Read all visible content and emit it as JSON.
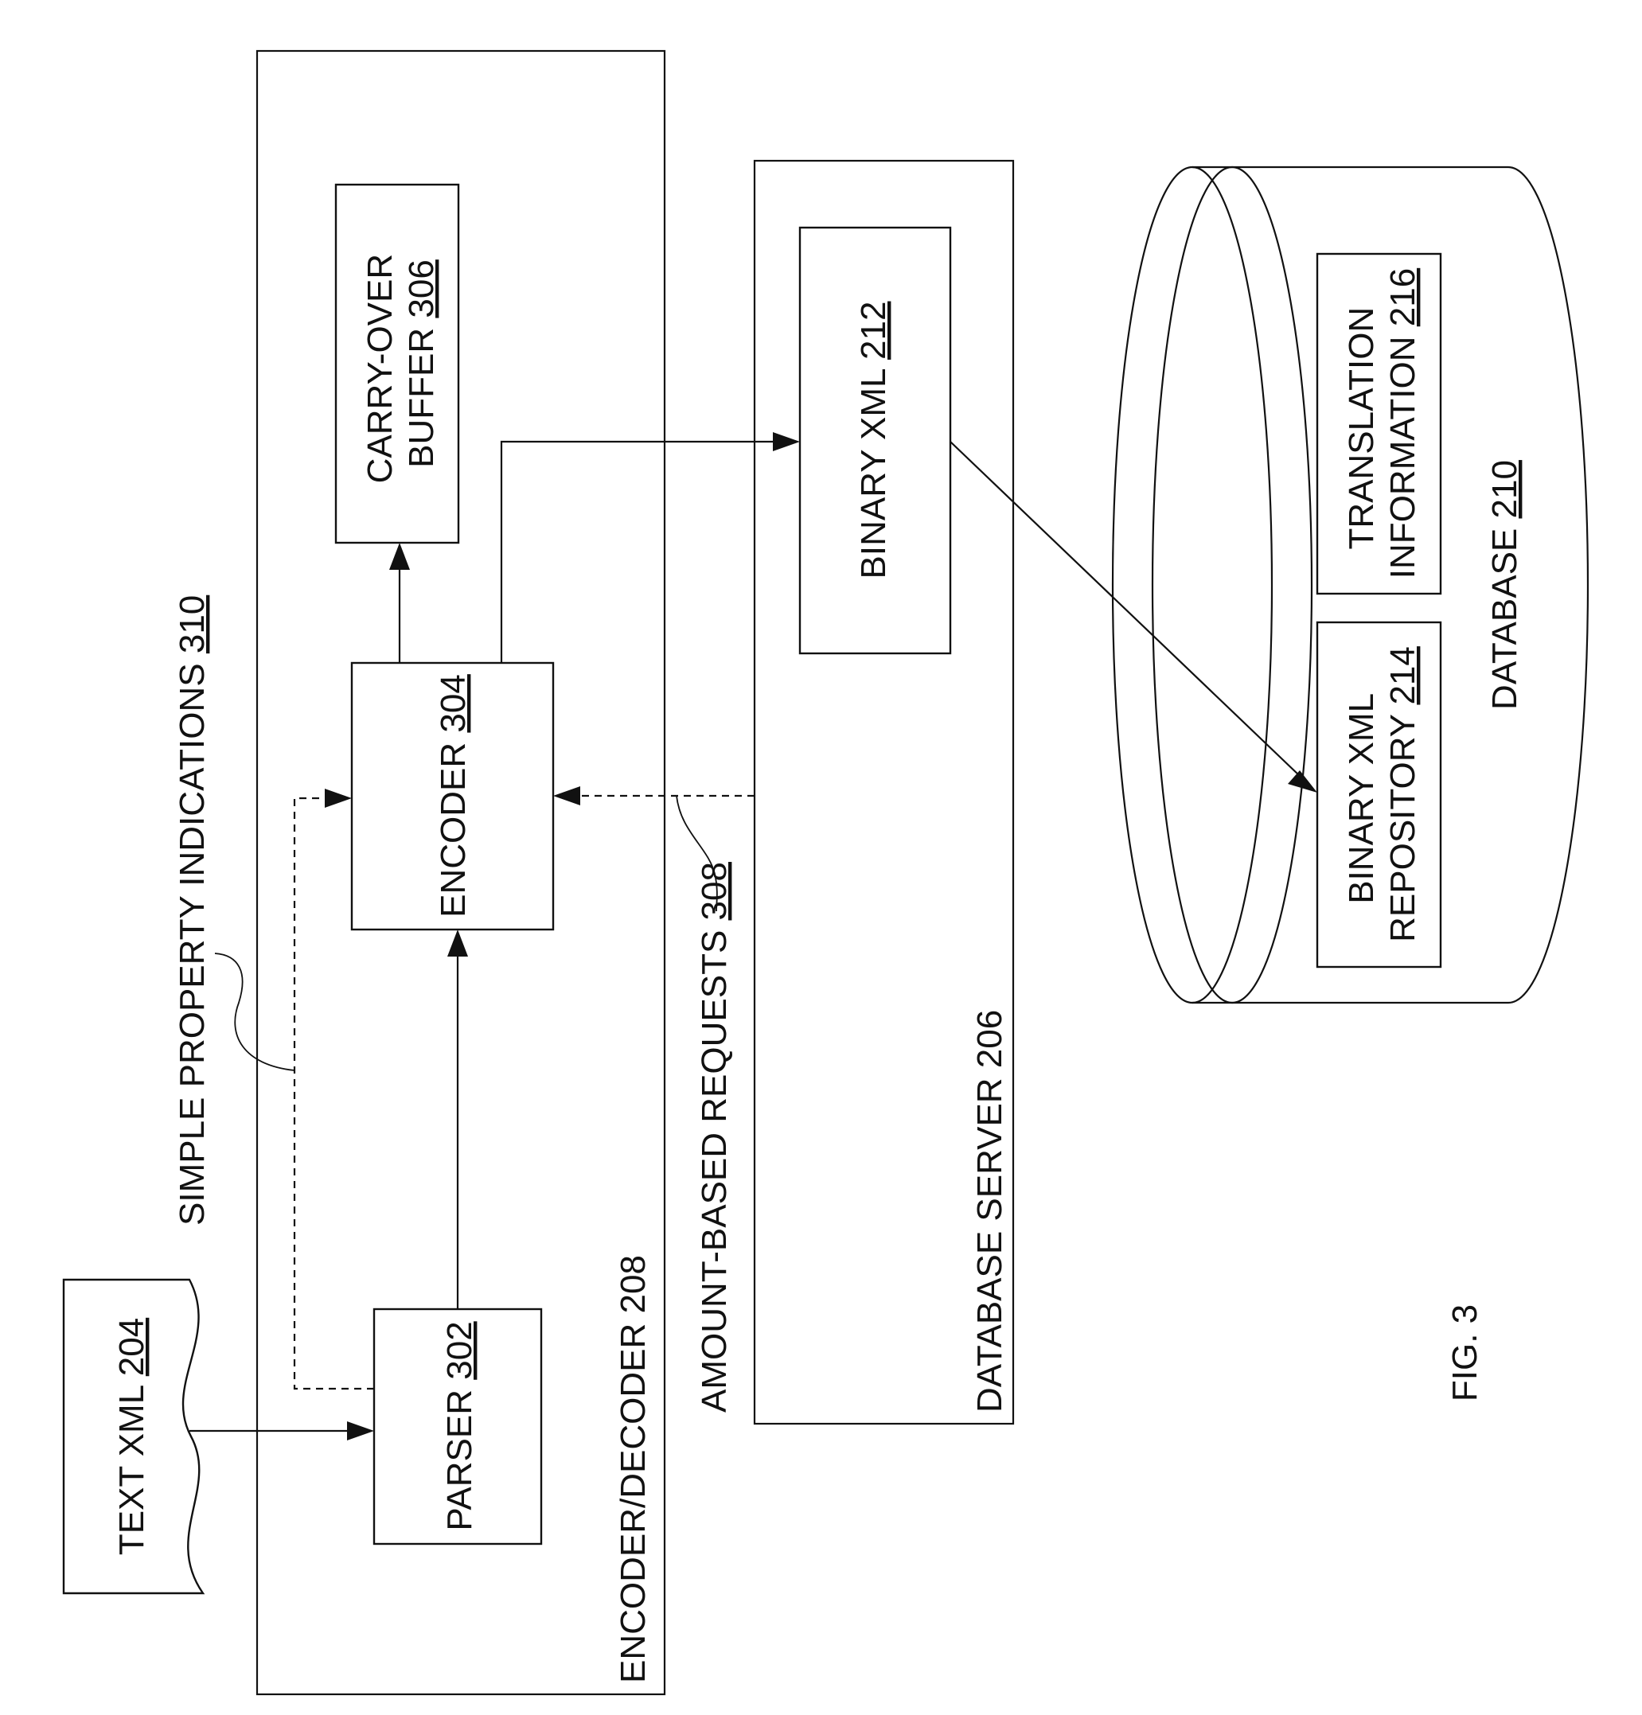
{
  "figure": {
    "caption": "FIG. 3"
  },
  "components": {
    "text_xml": {
      "name": "TEXT XML",
      "ref": "204"
    },
    "encoder_decoder": {
      "name": "ENCODER/DECODER",
      "ref": "208"
    },
    "parser": {
      "name": "PARSER",
      "ref": "302"
    },
    "encoder": {
      "name": "ENCODER",
      "ref": "304"
    },
    "carry_over_buffer": {
      "line1": "CARRY-OVER",
      "line2": "BUFFER",
      "ref": "306"
    },
    "database_server": {
      "name": "DATABASE SERVER",
      "ref": "206"
    },
    "binary_xml": {
      "name": "BINARY XML",
      "ref": "212"
    },
    "database": {
      "name": "DATABASE",
      "ref": "210"
    },
    "binary_xml_repository": {
      "line1": "BINARY XML",
      "line2": "REPOSITORY",
      "ref": "214"
    },
    "translation_information": {
      "line1": "TRANSLATION",
      "line2": "INFORMATION",
      "ref": "216"
    }
  },
  "signals": {
    "simple_property_indications": {
      "name": "SIMPLE PROPERTY INDICATIONS",
      "ref": "310"
    },
    "amount_based_requests": {
      "name": "AMOUNT-BASED REQUESTS",
      "ref": "308"
    }
  },
  "connections": [
    {
      "from": "TEXT XML 204",
      "to": "PARSER 302",
      "style": "solid"
    },
    {
      "from": "PARSER 302",
      "to": "ENCODER 304",
      "style": "solid"
    },
    {
      "from": "PARSER 302",
      "to": "ENCODER 304",
      "style": "dashed",
      "label": "SIMPLE PROPERTY INDICATIONS 310"
    },
    {
      "from": "ENCODER 304",
      "to": "CARRY-OVER BUFFER 306",
      "style": "solid"
    },
    {
      "from": "ENCODER 304",
      "to": "BINARY XML 212",
      "style": "solid"
    },
    {
      "from": "DATABASE SERVER 206",
      "to": "ENCODER 304",
      "style": "dashed",
      "label": "AMOUNT-BASED REQUESTS 308"
    },
    {
      "from": "BINARY XML 212",
      "to": "BINARY XML REPOSITORY 214",
      "style": "solid"
    }
  ]
}
